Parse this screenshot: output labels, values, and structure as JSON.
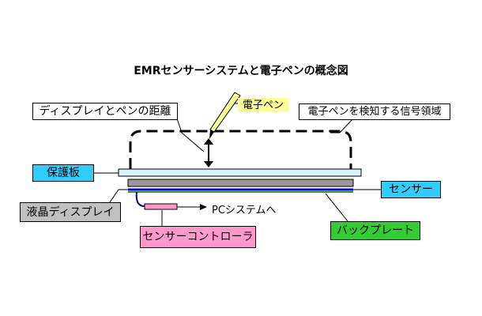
{
  "title": "EMRセンサーシステムと電子ペンの概念図",
  "labels": {
    "distance": "ディスプレイとペンの距離",
    "pen": "電子ペン",
    "signal_area": "電子ペンを検知する信号領域",
    "protective_plate": "保護板",
    "sensor": "センサー",
    "lcd": "液晶ディスプレイ",
    "pc_system": "PCシステムへ",
    "sensor_controller": "センサーコントローラ",
    "backplate": "バックプレート"
  },
  "colors": {
    "protective_plate": "#d9f2fb",
    "label_cyan": "#33ccff",
    "label_yellow": "#ffff99",
    "label_gray": "#c0c0c0",
    "label_pink": "#ff99cc",
    "label_green": "#33cc33",
    "lcd_layer": "#999999",
    "sensor_line": "#0000cc",
    "backplate_line": "#339933",
    "pen_body": "#ffff99"
  }
}
